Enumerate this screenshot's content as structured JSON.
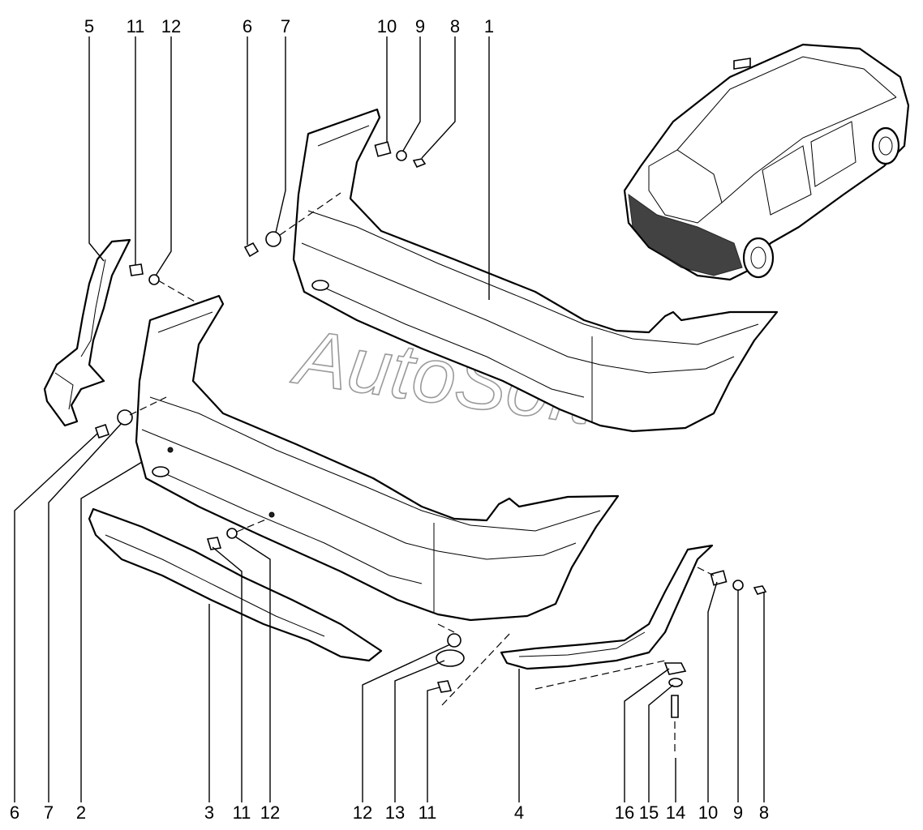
{
  "watermark": "AutoSoft",
  "labels_top": [
    "5",
    "11",
    "12",
    "6",
    "7",
    "10",
    "9",
    "8",
    "1"
  ],
  "labels_bottom": [
    "6",
    "7",
    "2",
    "3",
    "11",
    "12",
    "12",
    "13",
    "11",
    "4",
    "16",
    "15",
    "14",
    "10",
    "9",
    "8"
  ]
}
